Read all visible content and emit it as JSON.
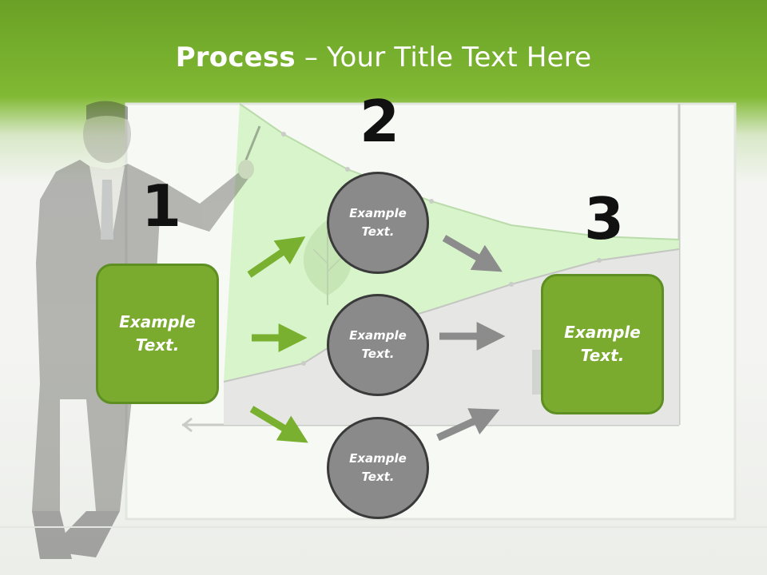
{
  "slide": {
    "title_bold": "Process",
    "title_rest": " – Your Title Text Here",
    "step_numbers": [
      "1",
      "2",
      "3"
    ],
    "left_box": {
      "line1": "Example",
      "line2": "Text."
    },
    "right_box": {
      "line1": "Example",
      "line2": "Text."
    },
    "circles": [
      {
        "line1": "Example",
        "line2": "Text."
      },
      {
        "line1": "Example",
        "line2": "Text."
      },
      {
        "line1": "Example",
        "line2": "Text."
      }
    ]
  },
  "colors": {
    "header_green": "#78b12e",
    "box_green": "#7aab2e",
    "box_border": "#5e8f22",
    "circle_fill": "#8a8a8a",
    "circle_border": "#3a3a3a",
    "arrow_green": "#7ab030",
    "arrow_gray": "#8c8c8c"
  },
  "icons": [
    "leaf-icon",
    "presenter-figure"
  ]
}
